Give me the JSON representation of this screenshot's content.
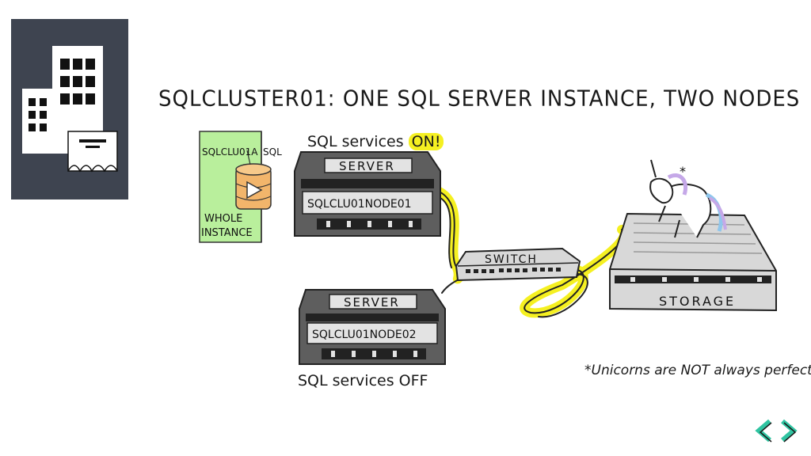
{
  "title": "SQLCLUSTER01: ONE SQL SERVER INSTANCE, TWO NODES",
  "instance": {
    "name": "SQLCLU01A",
    "role_tag": "SQL",
    "caption_line1": "WHOLE",
    "caption_line2": "INSTANCE"
  },
  "node1": {
    "label": "SERVER",
    "name": "SQLCLU01NODE01",
    "status_prefix": "SQL services",
    "status": "ON!"
  },
  "node2": {
    "label": "SERVER",
    "name": "SQLCLU01NODE02",
    "status": "SQL services OFF"
  },
  "switch": {
    "label": "SWITCH"
  },
  "storage": {
    "label": "STORAGE"
  },
  "footnote": "*Unicorns are NOT always perfect",
  "colors": {
    "logo_bg": "#3e4450",
    "instance_bg": "#b9ef9c",
    "highlight": "#f5f021",
    "cable": "#f5f021",
    "server_body": "#5e5e5e",
    "nav_accent": "#2fc4a1"
  }
}
